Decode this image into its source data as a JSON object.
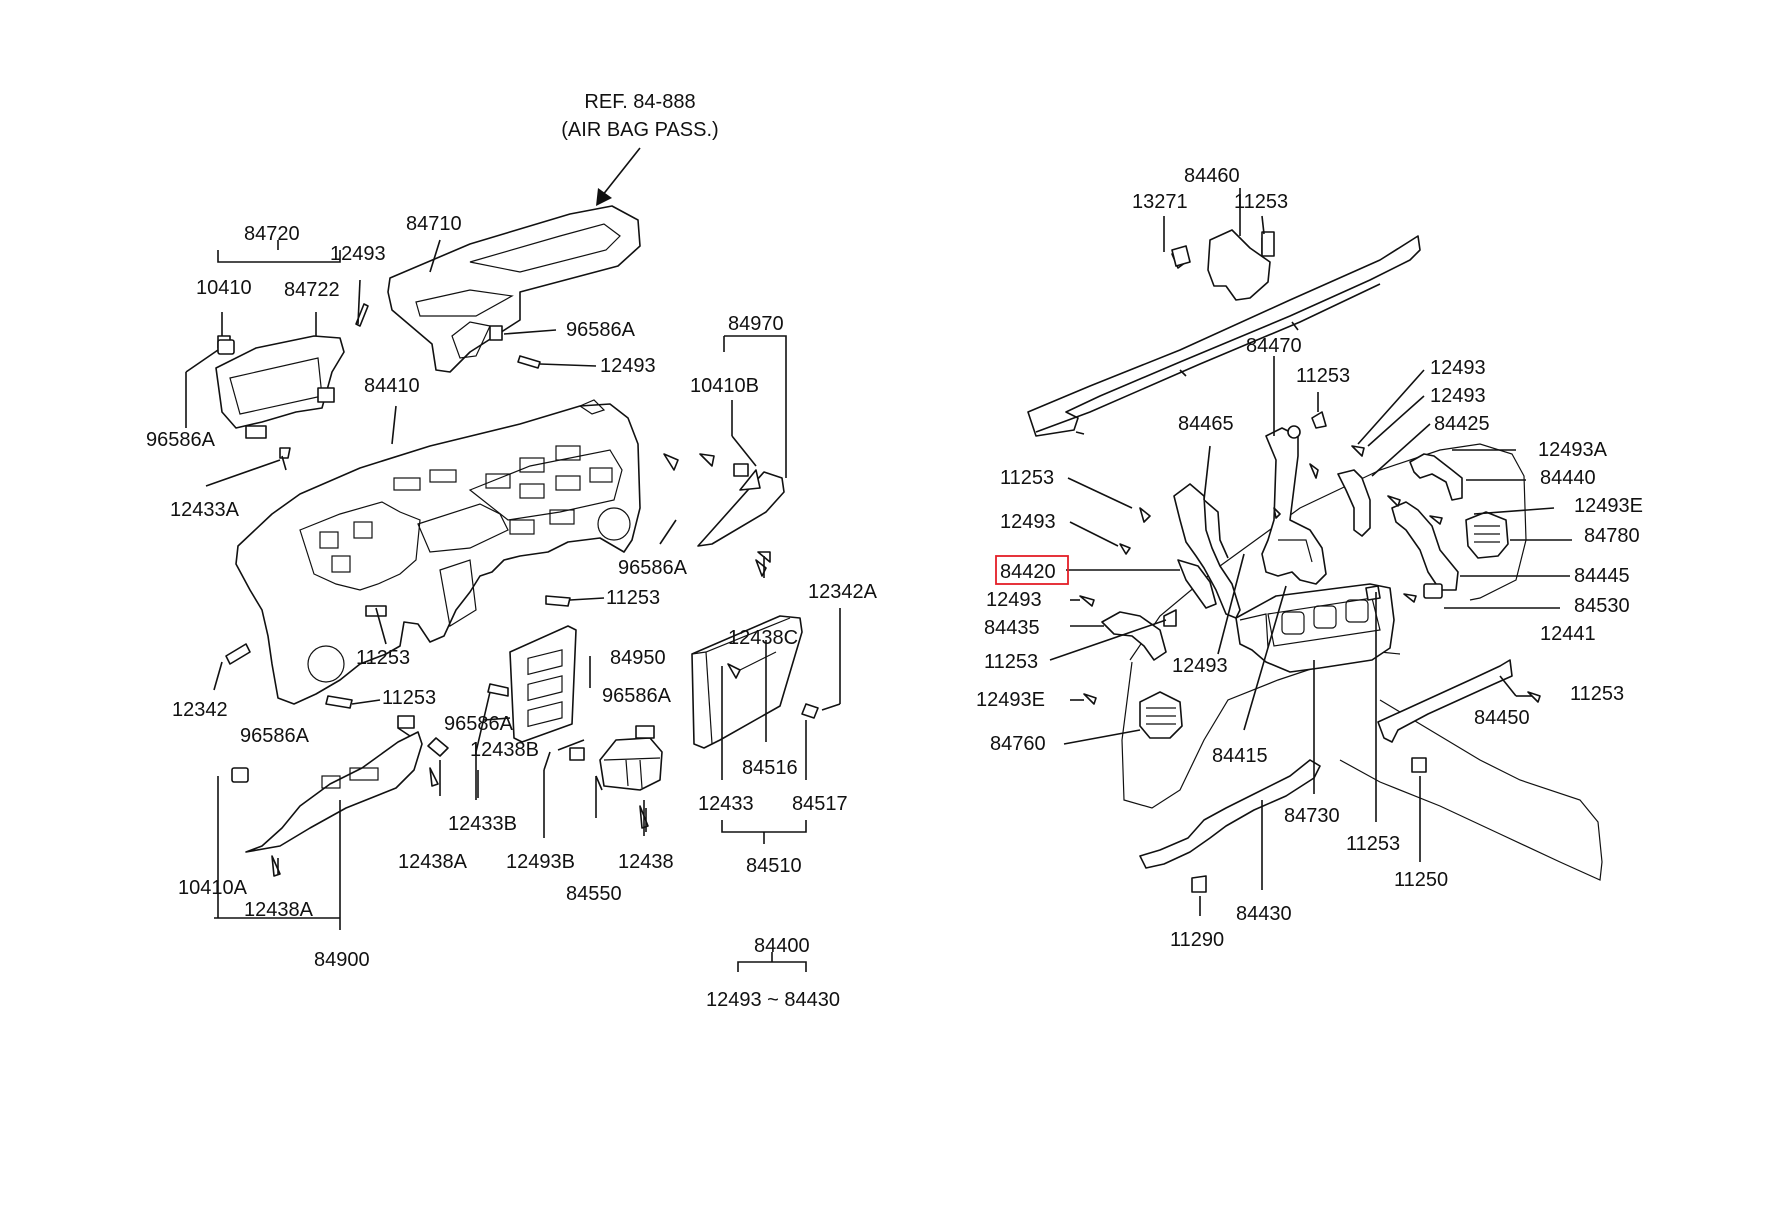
{
  "ref_note": {
    "line1": "REF. 84-888",
    "line2": "(AIR BAG PASS.)"
  },
  "highlight_color": "#e41e26",
  "labels": [
    {
      "id": "l-84720",
      "text": "84720"
    },
    {
      "id": "l-10410",
      "text": "10410"
    },
    {
      "id": "l-84722",
      "text": "84722"
    },
    {
      "id": "l-12493-a",
      "text": "12493"
    },
    {
      "id": "l-84710",
      "text": "84710"
    },
    {
      "id": "l-96586a-a",
      "text": "96586A"
    },
    {
      "id": "l-12493-b",
      "text": "12493"
    },
    {
      "id": "l-96586a-b",
      "text": "96586A"
    },
    {
      "id": "l-84410",
      "text": "84410"
    },
    {
      "id": "l-12433a",
      "text": "12433A"
    },
    {
      "id": "l-84970",
      "text": "84970"
    },
    {
      "id": "l-10410b",
      "text": "10410B"
    },
    {
      "id": "l-96586a-c",
      "text": "96586A"
    },
    {
      "id": "l-11253-a",
      "text": "11253"
    },
    {
      "id": "l-11253-b",
      "text": "11253"
    },
    {
      "id": "l-12438c",
      "text": "12438C"
    },
    {
      "id": "l-12342a",
      "text": "12342A"
    },
    {
      "id": "l-12342",
      "text": "12342"
    },
    {
      "id": "l-11253-c",
      "text": "11253"
    },
    {
      "id": "l-84950",
      "text": "84950"
    },
    {
      "id": "l-96586a-d",
      "text": "96586A"
    },
    {
      "id": "l-96586a-e",
      "text": "96586A"
    },
    {
      "id": "l-96586a-f",
      "text": "96586A"
    },
    {
      "id": "l-12438b",
      "text": "12438B"
    },
    {
      "id": "l-84516",
      "text": "84516"
    },
    {
      "id": "l-12433b",
      "text": "12433B"
    },
    {
      "id": "l-12433",
      "text": "12433"
    },
    {
      "id": "l-84517",
      "text": "84517"
    },
    {
      "id": "l-10410a",
      "text": "10410A"
    },
    {
      "id": "l-12438a-a",
      "text": "12438A"
    },
    {
      "id": "l-12493b",
      "text": "12493B"
    },
    {
      "id": "l-12438",
      "text": "12438"
    },
    {
      "id": "l-84510",
      "text": "84510"
    },
    {
      "id": "l-12438a-b",
      "text": "12438A"
    },
    {
      "id": "l-84550",
      "text": "84550"
    },
    {
      "id": "l-84900",
      "text": "84900"
    },
    {
      "id": "l-84400",
      "text": "84400"
    },
    {
      "id": "l-range",
      "text": "12493 ~ 84430"
    },
    {
      "id": "l-84460",
      "text": "84460"
    },
    {
      "id": "l-13271",
      "text": "13271"
    },
    {
      "id": "l-11253-d",
      "text": "11253"
    },
    {
      "id": "l-84470",
      "text": "84470"
    },
    {
      "id": "l-11253-e",
      "text": "11253"
    },
    {
      "id": "l-12493-c",
      "text": "12493"
    },
    {
      "id": "l-12493-d",
      "text": "12493"
    },
    {
      "id": "l-84465",
      "text": "84465"
    },
    {
      "id": "l-84425",
      "text": "84425"
    },
    {
      "id": "l-12493a",
      "text": "12493A"
    },
    {
      "id": "l-11253-f",
      "text": "11253"
    },
    {
      "id": "l-84440",
      "text": "84440"
    },
    {
      "id": "l-12493e-a",
      "text": "12493E"
    },
    {
      "id": "l-12493-e",
      "text": "12493"
    },
    {
      "id": "l-84780",
      "text": "84780"
    },
    {
      "id": "l-84420",
      "text": "84420"
    },
    {
      "id": "l-84445",
      "text": "84445"
    },
    {
      "id": "l-12493-f",
      "text": "12493"
    },
    {
      "id": "l-84530",
      "text": "84530"
    },
    {
      "id": "l-84435",
      "text": "84435"
    },
    {
      "id": "l-12441",
      "text": "12441"
    },
    {
      "id": "l-11253-g",
      "text": "11253"
    },
    {
      "id": "l-12493-g",
      "text": "12493"
    },
    {
      "id": "l-12493e-b",
      "text": "12493E"
    },
    {
      "id": "l-11253-h",
      "text": "11253"
    },
    {
      "id": "l-84450",
      "text": "84450"
    },
    {
      "id": "l-84760",
      "text": "84760"
    },
    {
      "id": "l-84415",
      "text": "84415"
    },
    {
      "id": "l-84730",
      "text": "84730"
    },
    {
      "id": "l-11253-i",
      "text": "11253"
    },
    {
      "id": "l-11250",
      "text": "11250"
    },
    {
      "id": "l-84430",
      "text": "84430"
    },
    {
      "id": "l-11290",
      "text": "11290"
    }
  ],
  "highlighted_label": "l-84420"
}
